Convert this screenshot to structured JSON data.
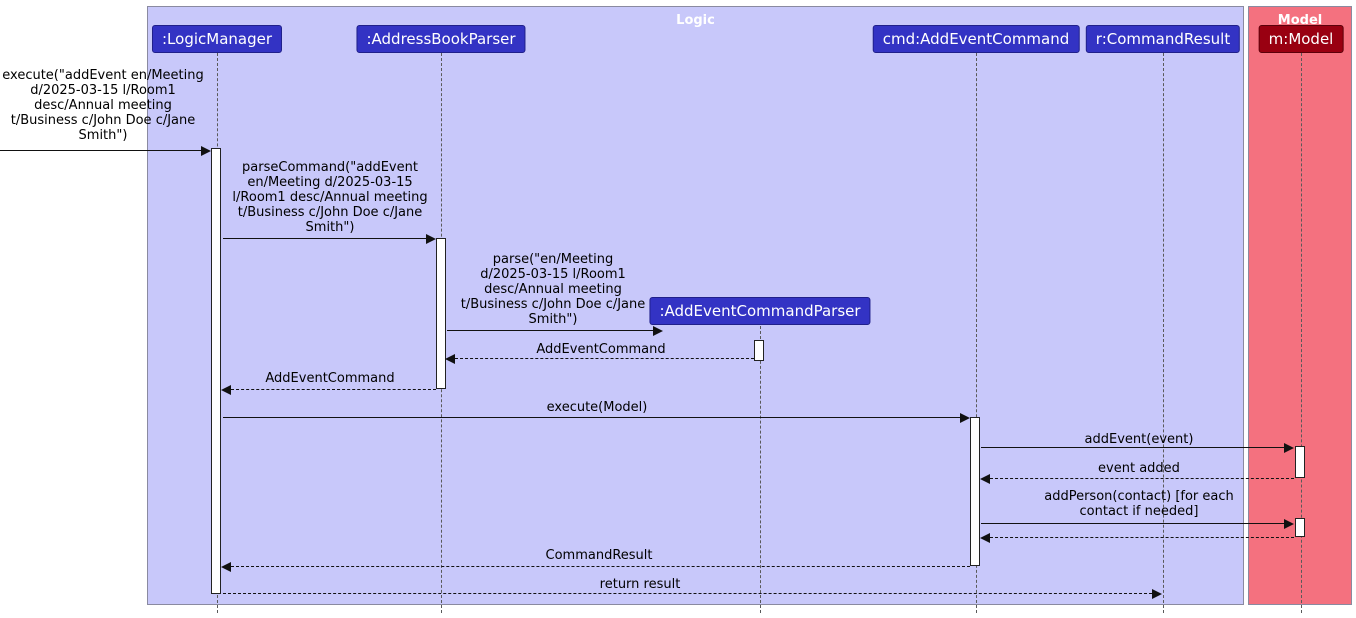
{
  "diagram": {
    "type": "uml-sequence-diagram",
    "frames": [
      {
        "label": "Logic"
      },
      {
        "label": "Model"
      }
    ],
    "participants": [
      {
        "label": ":LogicManager",
        "frame": "Logic"
      },
      {
        "label": ":AddressBookParser",
        "frame": "Logic"
      },
      {
        "label": ":AddEventCommandParser",
        "frame": "Logic",
        "created_during_sequence": true
      },
      {
        "label": "cmd:AddEventCommand",
        "frame": "Logic"
      },
      {
        "label": "r:CommandResult",
        "frame": "Logic"
      },
      {
        "label": "m:Model",
        "frame": "Model"
      }
    ],
    "messages": [
      {
        "label": "execute(\"addEvent en/Meeting\nd/2025-03-15 l/Room1\ndesc/Annual meeting\nt/Business c/John Doe c/Jane\nSmith\")",
        "type": "sync",
        "from": "caller",
        "to": ":LogicManager"
      },
      {
        "label": "parseCommand(\"addEvent\nen/Meeting d/2025-03-15\nl/Room1 desc/Annual meeting\nt/Business c/John Doe c/Jane\nSmith\")",
        "type": "sync",
        "from": ":LogicManager",
        "to": ":AddressBookParser"
      },
      {
        "label": "parse(\"en/Meeting\nd/2025-03-15 l/Room1\ndesc/Annual meeting\nt/Business c/John Doe c/Jane\nSmith\")",
        "type": "sync-create",
        "from": ":AddressBookParser",
        "to": ":AddEventCommandParser"
      },
      {
        "label": "AddEventCommand",
        "type": "return",
        "from": ":AddEventCommandParser",
        "to": ":AddressBookParser"
      },
      {
        "label": "AddEventCommand",
        "type": "return",
        "from": ":AddressBookParser",
        "to": ":LogicManager"
      },
      {
        "label": "execute(Model)",
        "type": "sync",
        "from": ":LogicManager",
        "to": "cmd:AddEventCommand"
      },
      {
        "label": "addEvent(event)",
        "type": "sync",
        "from": "cmd:AddEventCommand",
        "to": "m:Model"
      },
      {
        "label": "event added",
        "type": "return",
        "from": "m:Model",
        "to": "cmd:AddEventCommand"
      },
      {
        "label": "addPerson(contact) [for each\ncontact if needed]",
        "type": "sync",
        "from": "cmd:AddEventCommand",
        "to": "m:Model"
      },
      {
        "label": "",
        "type": "return",
        "from": "m:Model",
        "to": "cmd:AddEventCommand"
      },
      {
        "label": "CommandResult",
        "type": "return",
        "from": "cmd:AddEventCommand",
        "to": ":LogicManager"
      },
      {
        "label": "return result",
        "type": "return",
        "from": ":LogicManager",
        "to": "r:CommandResult"
      }
    ],
    "colors": {
      "logic_frame_fill": "#C8C8FA",
      "model_frame_fill": "#F4717F",
      "participant_fill": "#3333C4",
      "model_participant_fill": "#990011",
      "participant_text": "#FFFFFF",
      "frame_border": "#8A8AA0",
      "activation_fill": "#FFFFFF",
      "line_color": "#111111"
    }
  }
}
